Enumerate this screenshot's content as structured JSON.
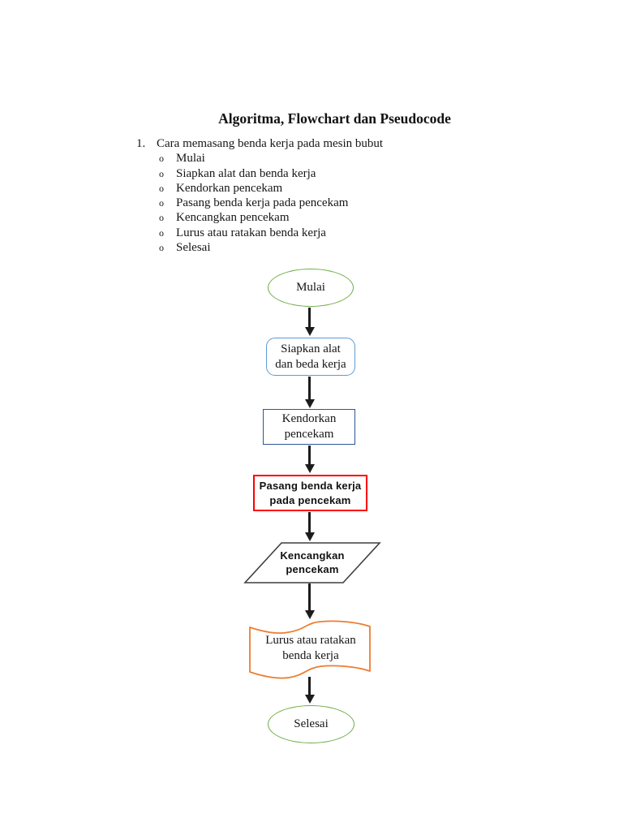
{
  "document": {
    "title": "Algoritma, Flowchart dan Pseudocode",
    "list": {
      "number": "1.",
      "heading": "Cara memasang benda kerja pada mesin bubut",
      "bullet": "o",
      "items": [
        "Mulai",
        "Siapkan alat dan benda kerja",
        "Kendorkan pencekam",
        "Pasang benda kerja pada pencekam",
        "Kencangkan pencekam",
        "Lurus atau ratakan benda kerja",
        "Selesai"
      ]
    }
  },
  "flowchart": {
    "arrow_color": "#1C1C1C",
    "nodes": {
      "start": {
        "shape": "ellipse",
        "label": "Mulai",
        "border_color": "#70AD47"
      },
      "siapkan": {
        "shape": "rounded-rect",
        "line1": "Siapkan alat",
        "line2": "dan beda kerja",
        "border_color": "#5B9BD5"
      },
      "kendorkan": {
        "shape": "rect",
        "line1": "Kendorkan",
        "line2": "pencekam",
        "border_color": "#2F5496"
      },
      "pasang": {
        "shape": "rect",
        "line1": "Pasang benda kerja",
        "line2": "pada pencekam",
        "border_color": "#FE0000"
      },
      "kencangkan": {
        "shape": "parallelogram",
        "line1": "Kencangkan",
        "line2": "pencekam",
        "border_color": "#3F3F3F"
      },
      "lurus": {
        "shape": "document",
        "line1": "Lurus atau ratakan",
        "line2": "benda kerja",
        "border_color": "#ED7D31"
      },
      "end": {
        "shape": "ellipse",
        "label": "Selesai",
        "border_color": "#70AD47"
      }
    }
  }
}
